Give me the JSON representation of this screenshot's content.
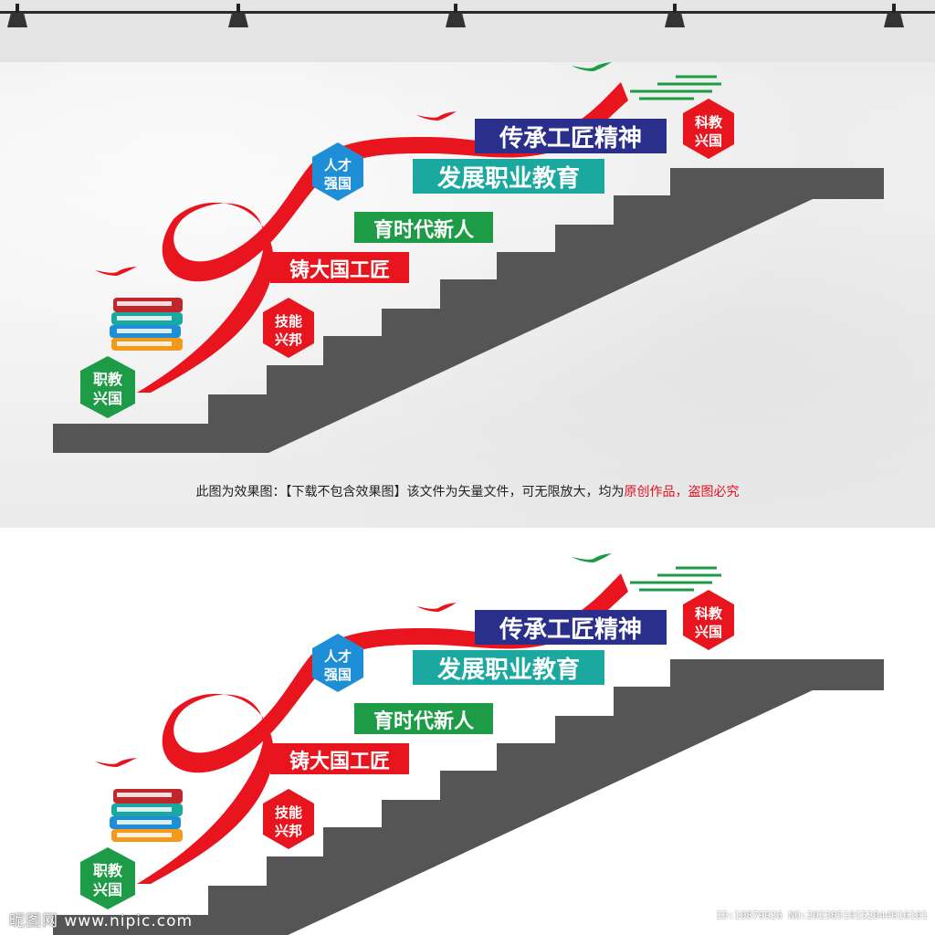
{
  "scene": {
    "slogans": {
      "line1": "传承工匠精神",
      "line2": "发展职业教育",
      "line3": "育时代新人",
      "line4": "铸大国工匠"
    },
    "badges": {
      "talent": [
        "人才",
        "强国"
      ],
      "science": [
        "科教",
        "兴国"
      ],
      "skill": [
        "技能",
        "兴邦"
      ],
      "vocational": [
        "职教",
        "兴国"
      ]
    },
    "colors": {
      "ribbon": "#e8141e",
      "navy": "#2b2f8c",
      "teal": "#1aa8a0",
      "green": "#1e9b46",
      "red": "#e8141e",
      "blue": "#1e8fd6",
      "stairs": "#555555"
    }
  },
  "caption": {
    "main": "此图为效果图：【下载不包含效果图】该文件为矢量文件，可无限放大，均为",
    "warning": "原创作品，盗图必究"
  },
  "watermark": {
    "site": "昵图网 www.nipic.com",
    "id": "ID:10879926 NO:20230519152044916101"
  }
}
